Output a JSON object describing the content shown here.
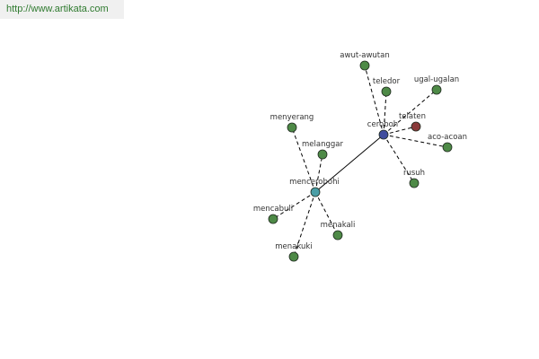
{
  "source": {
    "url_text": "http://www.artikata.com"
  },
  "colors": {
    "leaf": "#4e8a47",
    "hub_primary": "#3f4d9e",
    "hub_secondary": "#4a9ea6",
    "antonym": "#8a3a3a"
  },
  "graph": {
    "nodes": [
      {
        "id": "ceroboh",
        "label": "ceroboh",
        "kind": "hub_primary"
      },
      {
        "id": "mencerobohi",
        "label": "mencerobohi",
        "kind": "hub_secondary"
      },
      {
        "id": "awut-awutan",
        "label": "awut-awutan",
        "kind": "leaf"
      },
      {
        "id": "teledor",
        "label": "teledor",
        "kind": "leaf"
      },
      {
        "id": "ugal-ugalan",
        "label": "ugal-ugalan",
        "kind": "leaf"
      },
      {
        "id": "telaten",
        "label": "telaten",
        "kind": "antonym"
      },
      {
        "id": "aco-acoan",
        "label": "aco-acoan",
        "kind": "leaf"
      },
      {
        "id": "rusuh",
        "label": "rusuh",
        "kind": "leaf"
      },
      {
        "id": "menyerang",
        "label": "menyerang",
        "kind": "leaf"
      },
      {
        "id": "melanggar",
        "label": "melanggar",
        "kind": "leaf"
      },
      {
        "id": "mencabuli",
        "label": "mencabuli",
        "kind": "leaf"
      },
      {
        "id": "menakali",
        "label": "menakali",
        "kind": "leaf"
      },
      {
        "id": "menakuki",
        "label": "menakuki",
        "kind": "leaf"
      }
    ],
    "edges": [
      {
        "from": "ceroboh",
        "to": "mencerobohi",
        "style": "solid"
      },
      {
        "from": "ceroboh",
        "to": "awut-awutan",
        "style": "dashed"
      },
      {
        "from": "ceroboh",
        "to": "teledor",
        "style": "dashed"
      },
      {
        "from": "ceroboh",
        "to": "ugal-ugalan",
        "style": "dashed"
      },
      {
        "from": "ceroboh",
        "to": "telaten",
        "style": "dashed"
      },
      {
        "from": "ceroboh",
        "to": "aco-acoan",
        "style": "dashed"
      },
      {
        "from": "ceroboh",
        "to": "rusuh",
        "style": "dashed"
      },
      {
        "from": "mencerobohi",
        "to": "menyerang",
        "style": "dashed"
      },
      {
        "from": "mencerobohi",
        "to": "melanggar",
        "style": "dashed"
      },
      {
        "from": "mencerobohi",
        "to": "mencabuli",
        "style": "dashed"
      },
      {
        "from": "mencerobohi",
        "to": "menakali",
        "style": "dashed"
      },
      {
        "from": "mencerobohi",
        "to": "menakuki",
        "style": "dashed"
      }
    ]
  }
}
